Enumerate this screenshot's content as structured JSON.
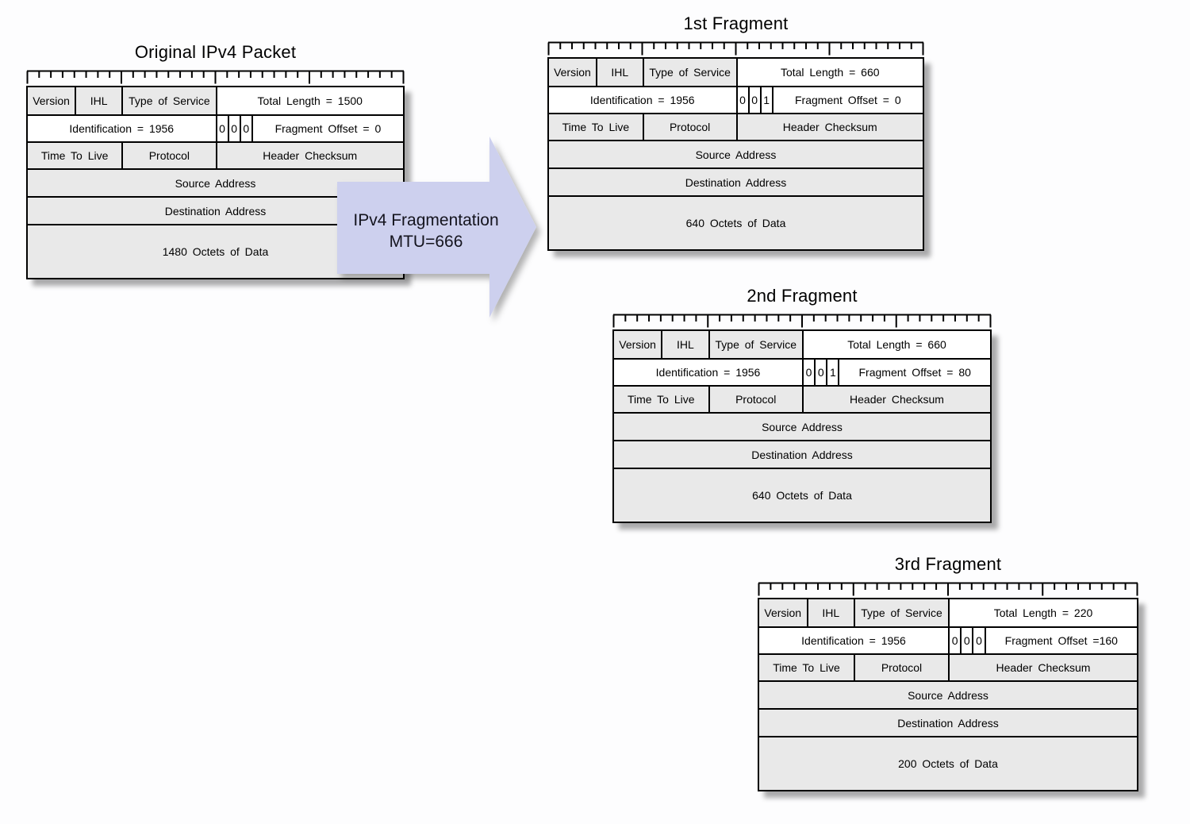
{
  "arrow": {
    "line1": "IPv4 Fragmentation",
    "line2": "MTU=666"
  },
  "packets": [
    {
      "title": "Original IPv4 Packet",
      "fields": {
        "version": "Version",
        "ihl": "IHL",
        "tos": "Type of Service",
        "total_length": "Total Length = 1500",
        "identification": "Identification = 1956",
        "flags": [
          "0",
          "0",
          "0"
        ],
        "fragment_offset": "Fragment Offset = 0",
        "ttl": "Time To Live",
        "protocol": "Protocol",
        "checksum": "Header Checksum",
        "source": "Source Address",
        "destination": "Destination Address",
        "data": "1480 Octets of Data"
      }
    },
    {
      "title": "1st Fragment",
      "fields": {
        "version": "Version",
        "ihl": "IHL",
        "tos": "Type of Service",
        "total_length": "Total Length = 660",
        "identification": "Identification = 1956",
        "flags": [
          "0",
          "0",
          "1"
        ],
        "fragment_offset": "Fragment Offset = 0",
        "ttl": "Time To Live",
        "protocol": "Protocol",
        "checksum": "Header Checksum",
        "source": "Source Address",
        "destination": "Destination Address",
        "data": "640 Octets of Data"
      }
    },
    {
      "title": "2nd Fragment",
      "fields": {
        "version": "Version",
        "ihl": "IHL",
        "tos": "Type of Service",
        "total_length": "Total Length = 660",
        "identification": "Identification = 1956",
        "flags": [
          "0",
          "0",
          "1"
        ],
        "fragment_offset": "Fragment Offset = 80",
        "ttl": "Time To Live",
        "protocol": "Protocol",
        "checksum": "Header Checksum",
        "source": "Source Address",
        "destination": "Destination Address",
        "data": "640 Octets of Data"
      }
    },
    {
      "title": "3rd Fragment",
      "fields": {
        "version": "Version",
        "ihl": "IHL",
        "tos": "Type of Service",
        "total_length": "Total Length = 220",
        "identification": "Identification = 1956",
        "flags": [
          "0",
          "0",
          "0"
        ],
        "fragment_offset": "Fragment Offset =160",
        "ttl": "Time To Live",
        "protocol": "Protocol",
        "checksum": "Header Checksum",
        "source": "Source Address",
        "destination": "Destination Address",
        "data": "200 Octets of Data"
      }
    }
  ],
  "colors": {
    "cell_gray": "#e9e9e9",
    "cell_white": "#ffffff",
    "line_black": "#000000",
    "arrow_fill": "#cdd0ee",
    "shadow": "#ababab"
  }
}
